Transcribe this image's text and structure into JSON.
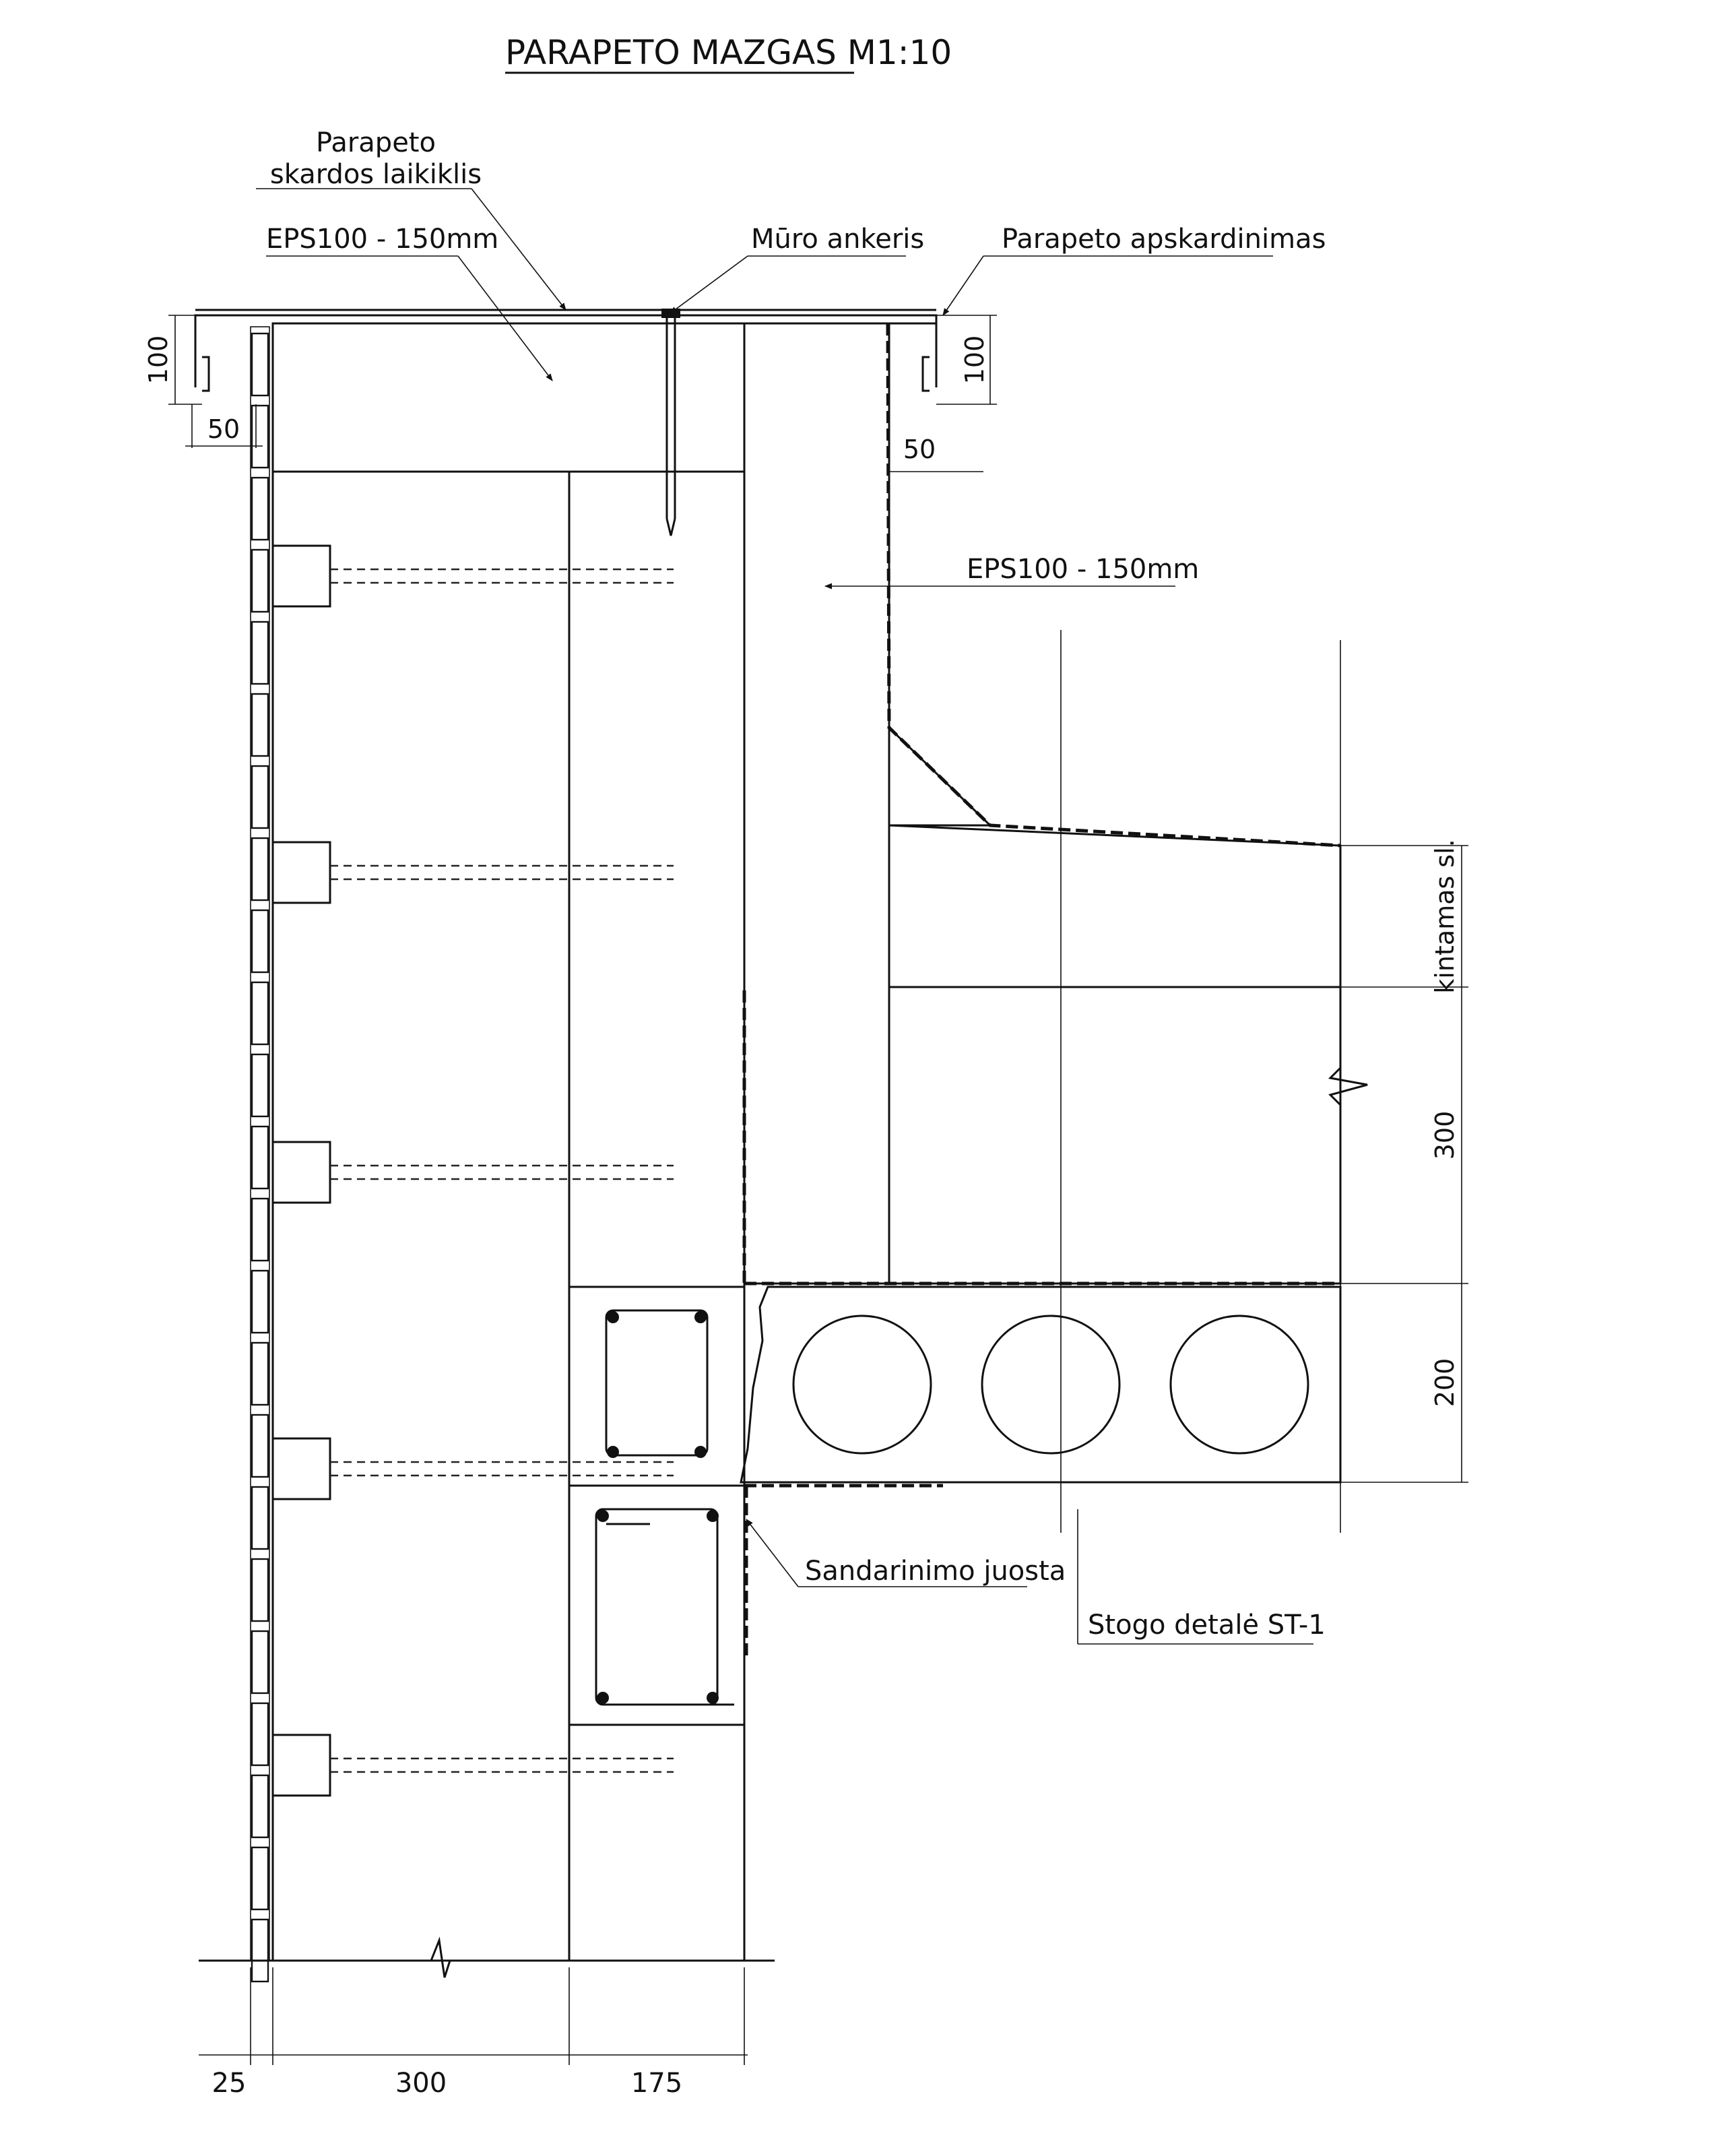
{
  "title": "PARAPETO MAZGAS M1:10",
  "labels": {
    "sheet_holder_line1": "Parapeto",
    "sheet_holder_line2": "skardos laikiklis",
    "eps_top": "EPS100 - 150mm",
    "wall_anchor": "Mūro ankeris",
    "parapet_flashing": "Parapeto apskardinimas",
    "eps_right": "EPS100 - 150mm",
    "sealing_tape": "Sandarinimo juosta",
    "roof_detail": "Stogo detalė ST-1"
  },
  "dimensions": {
    "top_left_height": "100",
    "top_right_height": "100",
    "left_overhang": "50",
    "right_overhang": "50",
    "variable_layer": "kintamas sl.",
    "roof_insulation": "300",
    "slab": "200",
    "cladding": "25",
    "insulation": "300",
    "masonry": "175"
  },
  "colors": {
    "ink": "#111111",
    "background": "#ffffff"
  }
}
